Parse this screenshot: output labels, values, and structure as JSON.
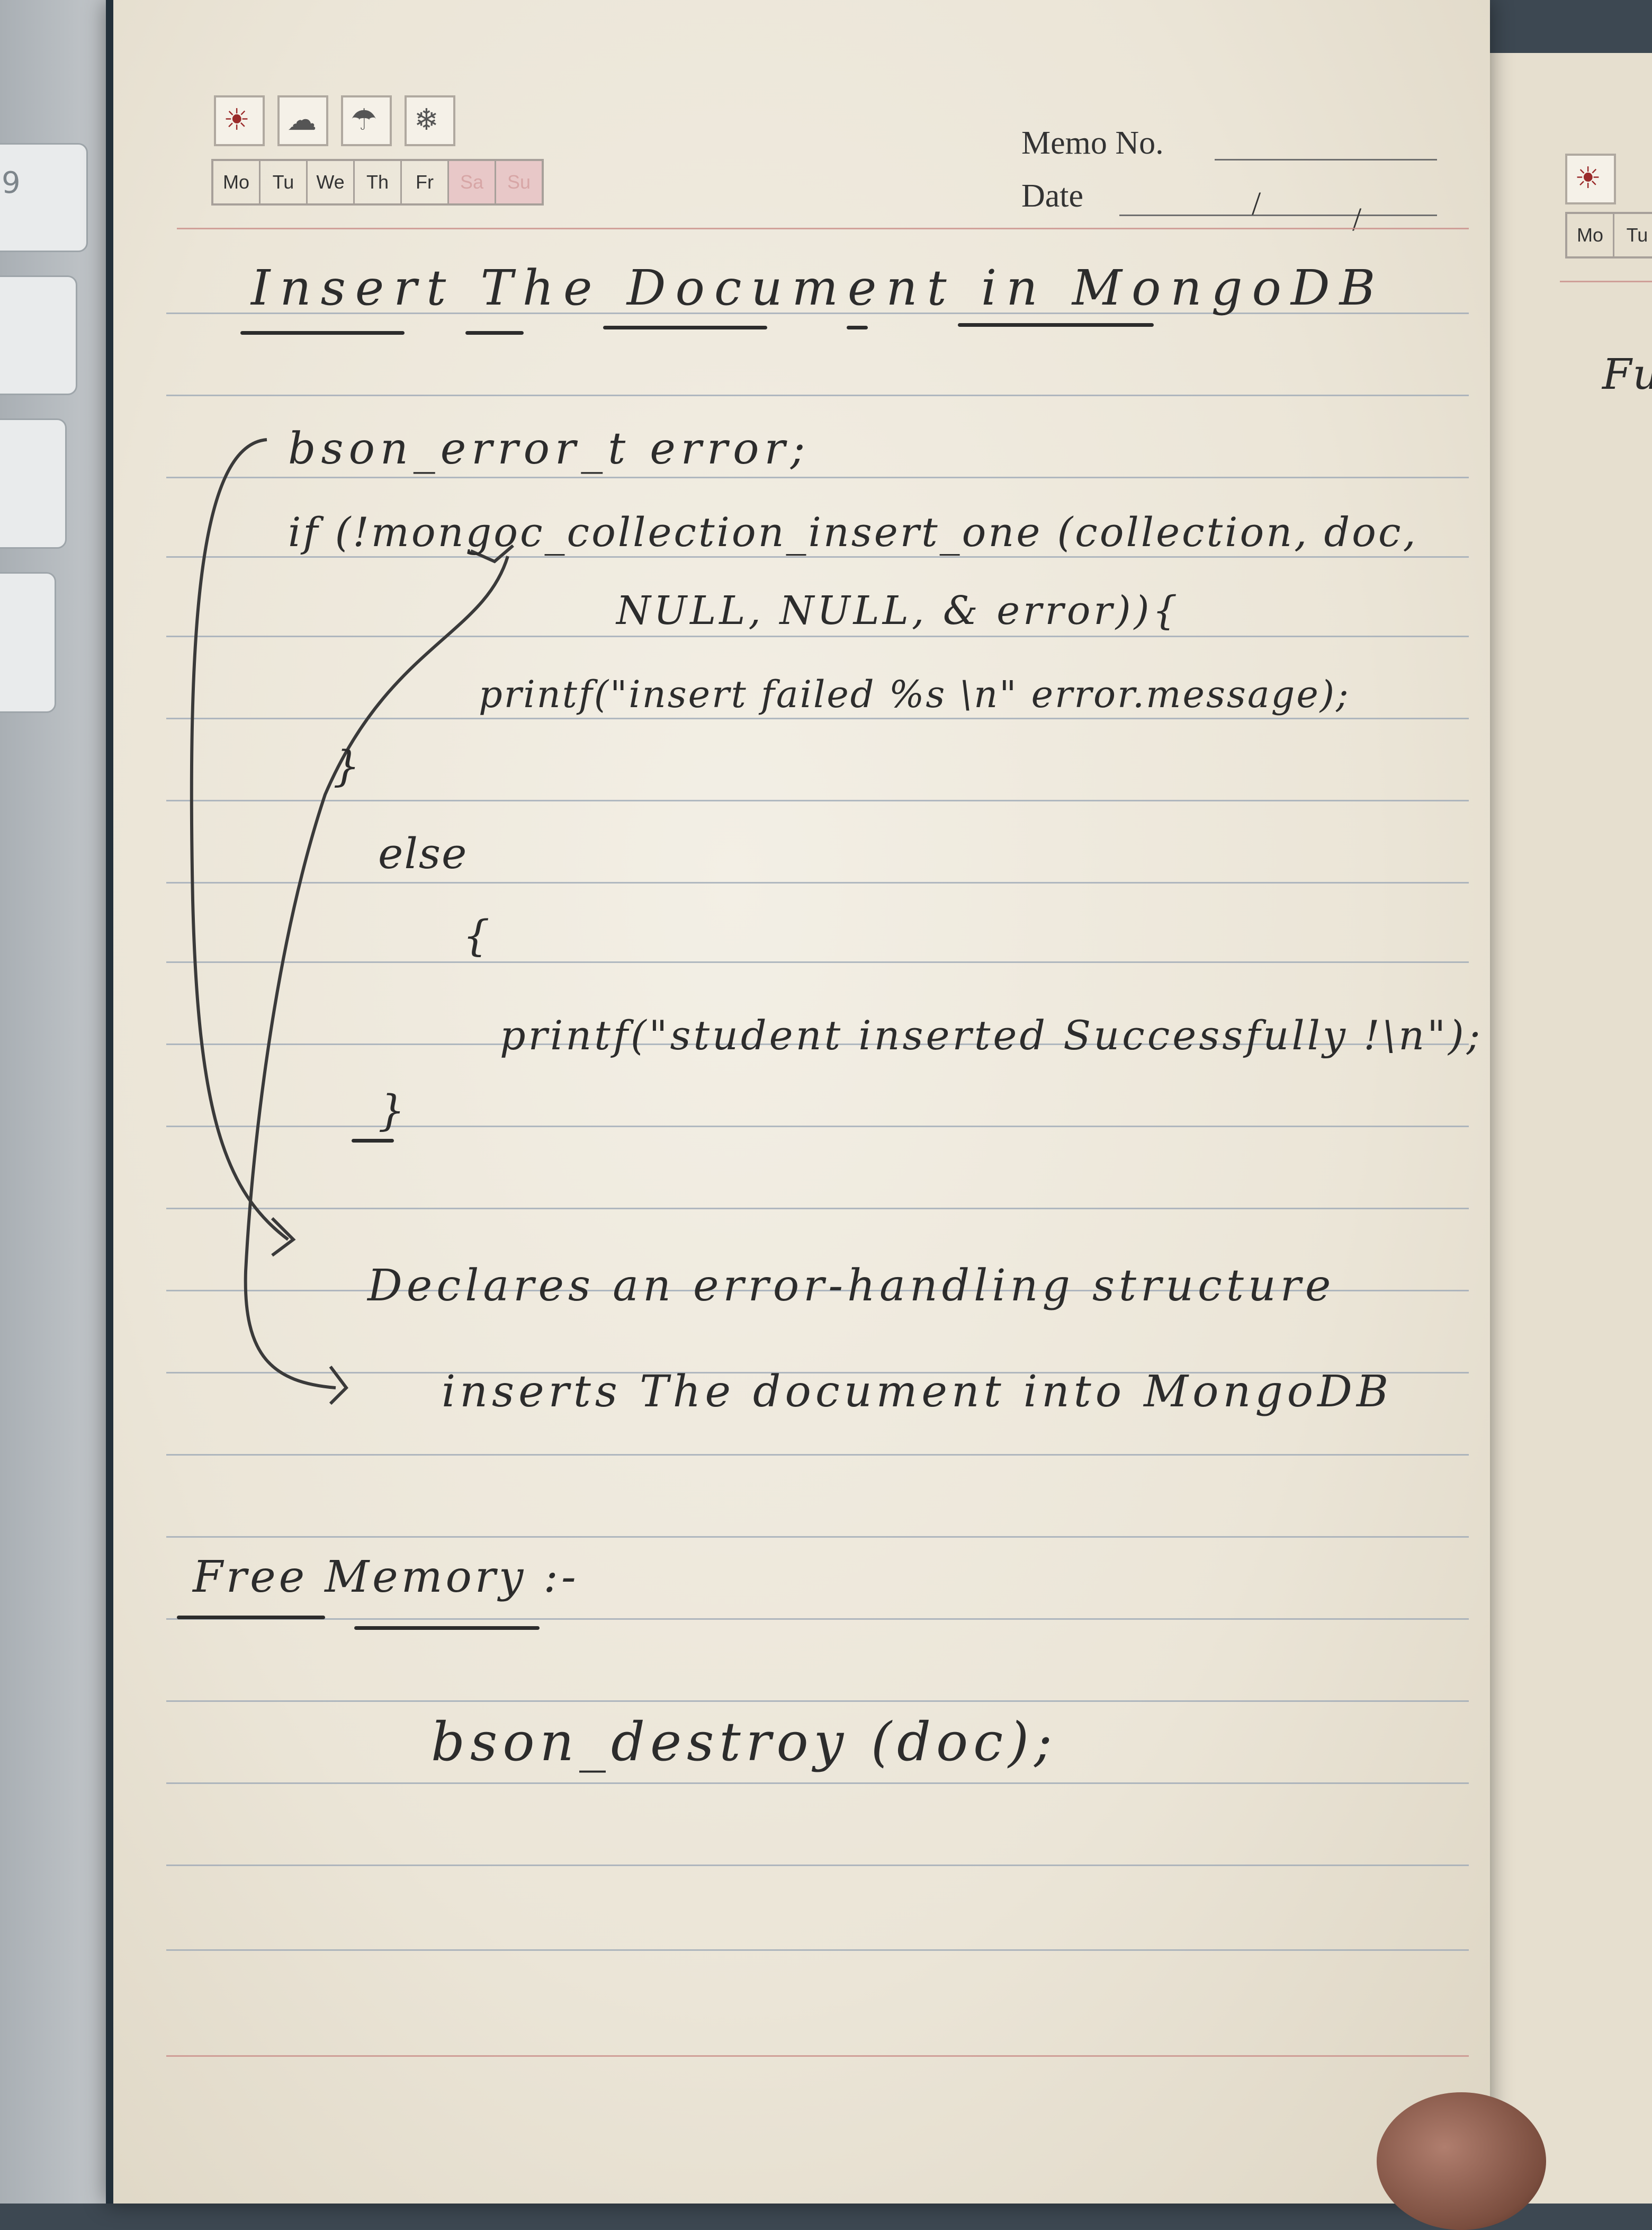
{
  "notebook": {
    "weather_icons": [
      "sun-icon",
      "cloud-icon",
      "rain-icon",
      "snow-icon"
    ],
    "weather_glyphs": [
      "☀",
      "☁",
      "☂",
      "❄"
    ],
    "days": [
      "Mo",
      "Tu",
      "We",
      "Th",
      "Fr",
      "Sa",
      "Su"
    ],
    "memo_label": "Memo No.",
    "date_label": "Date",
    "date_separators": [
      "/",
      "/"
    ]
  },
  "next_page": {
    "days": [
      "Mo",
      "Tu"
    ],
    "fragment": "Fu"
  },
  "laptop": {
    "key_label": "9"
  },
  "notes": {
    "title": "Insert The Document in MongoDB",
    "code_lines": [
      "bson_error_t error;",
      "if (!mongoc_collection_insert_one (collection, doc,",
      "NULL, NULL, & error)){",
      "printf(\"insert failed %s \\n\" error.message);",
      "}",
      "else",
      "{",
      "printf(\"student inserted Successfully !\\n\");",
      "}"
    ],
    "explanations": [
      "Declares an error-handling structure",
      "inserts The document into MongoDB"
    ],
    "section_heading": "Free Memory :-",
    "final_code": "bson_destroy (doc);"
  }
}
